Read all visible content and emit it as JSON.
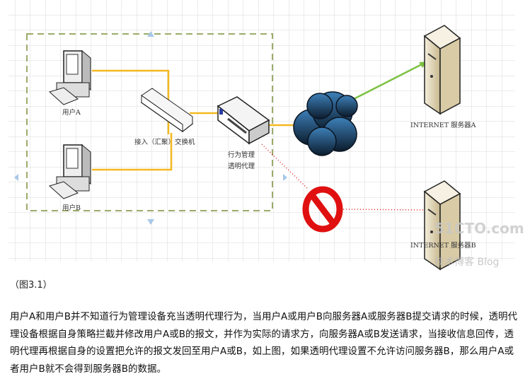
{
  "diagram": {
    "user_a": "用户A",
    "user_b": "用户B",
    "switch": "接入（汇聚）交换机",
    "proxy_line1": "行为管理",
    "proxy_line2": "透明代理",
    "server_a": "INTERNET 服务器A",
    "server_b": "INTERNET 服务器B",
    "watermark": "51CTO.com 技术博客 Blog",
    "colors": {
      "link": "#f5b820",
      "allowed": "#7cc142",
      "blocked": "#e02020",
      "boundary": "#9aab6a"
    }
  },
  "caption": "（图3.1）",
  "paragraph": "用户A和用户B并不知道行为管理设备充当透明代理行为，当用户A或用户B向服务器A或服务器B提交请求的时候，透明代理设备根据自身策略拦截并修改用户A或B的报文，并作为实际的请求方，向服务器A或B发送请求，当接收信息回传，透明代理再根据自身的设置把允许的报文发回至用户A或B，如上图，如果透明代理设置不允许访问服务器B，那么用户A或者用户B就不会得到服务器B的数据。"
}
